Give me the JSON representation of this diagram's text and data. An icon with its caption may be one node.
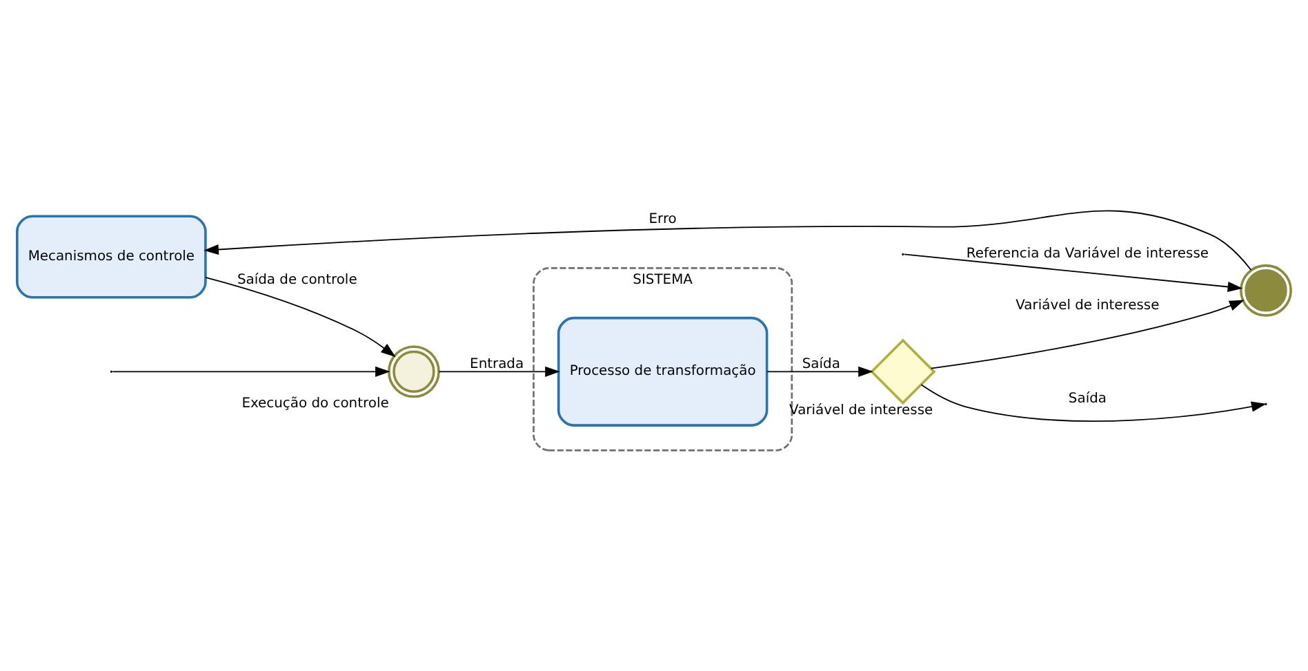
{
  "diagram": {
    "nodes": [
      {
        "text": [
          "Execução do controle"
        ]
      },
      {
        "text": [
          "SISTEMA"
        ]
      },
      {
        "text": [
          "Processo de transformação"
        ],
        "in": 1
      },
      {
        "text": [
          "Variável de interesse"
        ]
      },
      {
        "text": [],
        "shape": "circle"
      },
      {
        "text": [
          "Mecanismos de controle"
        ]
      }
    ],
    "edges": [
      {
        "from": null,
        "to": 0,
        "arrow": "to"
      },
      {
        "from": 0,
        "to": 2,
        "arrow": "to",
        "label": "Entrada"
      },
      {
        "from": 2,
        "to": 3,
        "arrow": "to",
        "label": "Saída"
      },
      {
        "from": 3,
        "to": null,
        "arrow": "to",
        "label": "Saída"
      },
      {
        "from": 3,
        "to": 4,
        "arrow": "to",
        "label": "Variável de interesse"
      },
      {
        "from": null,
        "to": 4,
        "arrow": "to",
        "label": "Referencia da Variável de interesse"
      },
      {
        "from": 4,
        "to": 5,
        "arrow": "to",
        "label": "Erro"
      },
      {
        "from": 5,
        "to": 0,
        "arrow": "to",
        "label": "Saída de controle"
      }
    ]
  }
}
